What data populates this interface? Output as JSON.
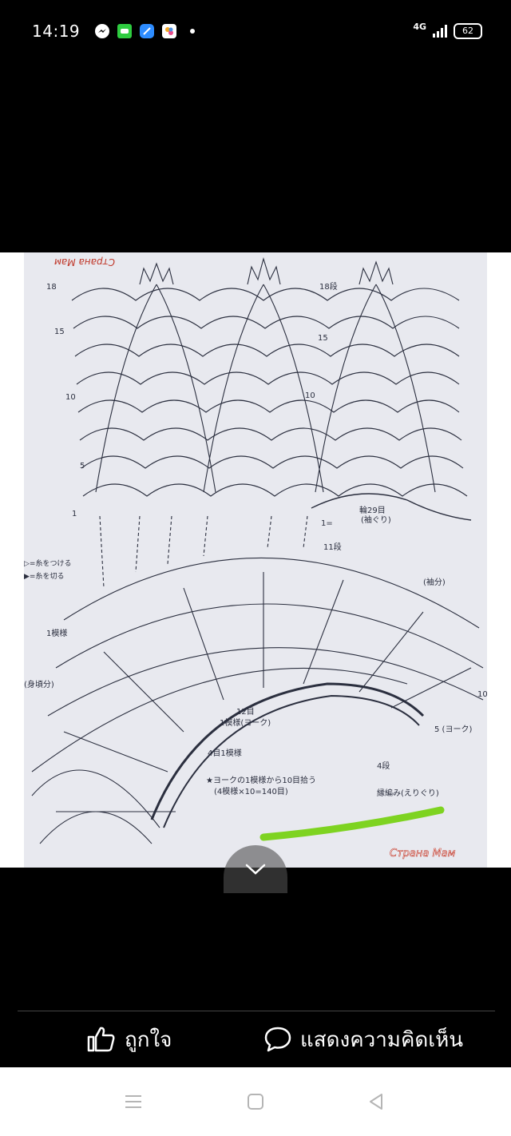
{
  "status_bar": {
    "time": "14:19",
    "network": "4G",
    "battery": "62",
    "notification_icons": [
      "messenger-icon",
      "line-icon",
      "app-blue-icon",
      "photos-icon"
    ]
  },
  "diagram": {
    "watermark_top": "Страна Мам",
    "watermark_bottom": "Страна Мам",
    "labels": {
      "r18": "18",
      "r15": "15",
      "r10": "10",
      "r5": "5",
      "r1": "1",
      "r18b": "18段",
      "r15b": "15",
      "r10b": "10",
      "r1eq": "1=",
      "ring": "輪29目",
      "ring_sub": "(袖ぐり)",
      "row11": "11段",
      "sleeve": "(袖分)",
      "legend1": "▷=糸をつける",
      "legend2": "▶=糸を切る",
      "pattern1": "1模様",
      "body_part": "(身頃分)",
      "row12": "12目",
      "yoke1": "1模様(ヨーク)",
      "row4": "4目1模様",
      "yoke5": "5 (ヨーク)",
      "row10r": "10",
      "row4b": "4段",
      "note1": "★ヨークの1模様から10目拾う",
      "note2": "(4模様×10=140目)",
      "edge": "縁編み(えりぐり)"
    }
  },
  "actions": {
    "like_label": "ถูกใจ",
    "comment_label": "แสดงความคิดเห็น"
  },
  "colors": {
    "highlight_stroke": "#7ed321",
    "diagram_ink": "#2b2f3f",
    "paper": "#e8e9ef"
  }
}
